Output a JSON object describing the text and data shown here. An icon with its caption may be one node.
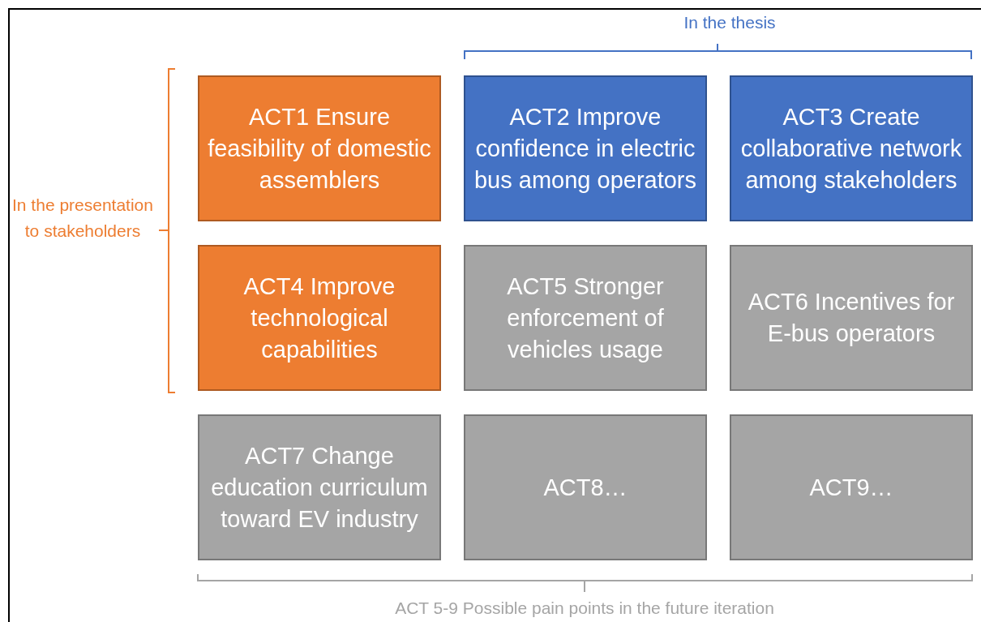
{
  "diagram": {
    "nodes": [
      {
        "text": [
          "ACT1 Ensure feasibility of domestic assemblers"
        ]
      },
      {
        "text": [
          "ACT2 Improve confidence in electric bus among operators"
        ]
      },
      {
        "text": [
          "ACT3 Create collaborative network among stakeholders"
        ]
      },
      {
        "text": [
          "ACT4 Improve technological capabilities"
        ]
      },
      {
        "text": [
          "ACT5 Stronger enforcement of vehicles usage"
        ]
      },
      {
        "text": [
          "ACT6 Incentives for E-bus operators"
        ]
      },
      {
        "text": [
          "ACT7 Change education curriculum toward EV industry"
        ]
      },
      {
        "text": [
          "ACT8…"
        ]
      },
      {
        "text": [
          "ACT9…"
        ]
      }
    ],
    "edges": [],
    "labels": [
      "In the thesis",
      "In the presentation to stakeholders",
      "ACT 5-9 Possible pain points in the future iteration"
    ]
  }
}
